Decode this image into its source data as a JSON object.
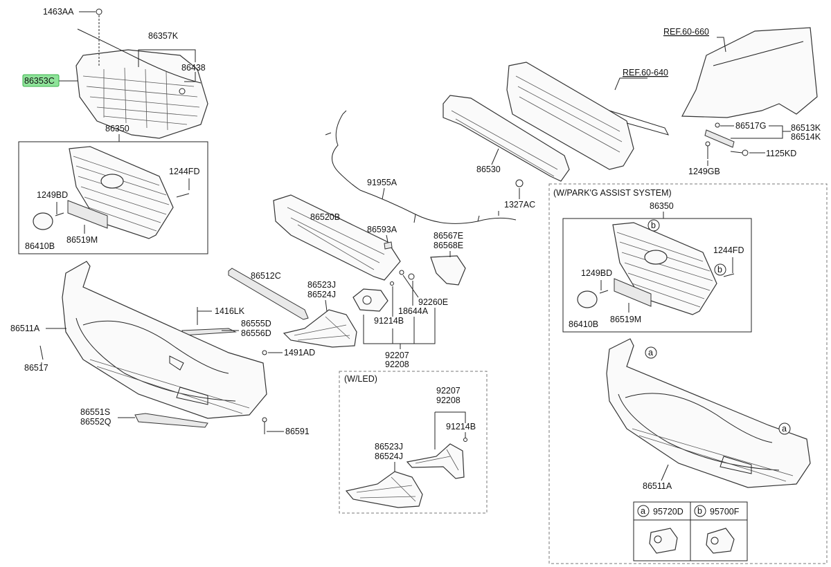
{
  "labels": {
    "p1463AA": "1463AA",
    "p86357K": "86357K",
    "p86438": "86438",
    "p86353C": "86353C",
    "p86350_top": "86350",
    "p1244FD_top": "1244FD",
    "p1249BD_top": "1249BD",
    "p86410B_top": "86410B",
    "p86519M_top": "86519M",
    "p91955A": "91955A",
    "p86520B": "86520B",
    "p86593A": "86593A",
    "p86567E": "86567E",
    "p86568E": "86568E",
    "p86530": "86530",
    "p1327AC": "1327AC",
    "ref_60_640": "REF.60-640",
    "ref_60_660": "REF.60-660",
    "p86517G": "86517G",
    "p86513K": "86513K",
    "p86514K": "86514K",
    "p1125KD": "1125KD",
    "p1249GB": "1249GB",
    "p86512C": "86512C",
    "p86523J_main": "86523J",
    "p86524J_main": "86524J",
    "p1416LK": "1416LK",
    "p86555D": "86555D",
    "p86556D": "86556D",
    "p86511A_main": "86511A",
    "p86517": "86517",
    "p1491AD": "1491AD",
    "p91214B_main": "91214B",
    "p18644A": "18644A",
    "p92260E": "92260E",
    "p92207_main": "92207",
    "p92208_main": "92208",
    "p86551S": "86551S",
    "p86552Q": "86552Q",
    "p86591": "86591",
    "led_title": "(W/LED)",
    "p92207_led": "92207",
    "p92208_led": "92208",
    "p91214B_led": "91214B",
    "p86523J_led": "86523J",
    "p86524J_led": "86524J",
    "park_title": "(W/PARK'G ASSIST SYSTEM)",
    "p86350_park": "86350",
    "p1244FD_park": "1244FD",
    "p1249BD_park": "1249BD",
    "p86410B_park": "86410B",
    "p86519M_park": "86519M",
    "p86511A_park": "86511A",
    "callout_a": "a",
    "callout_b": "b",
    "p95720D": "95720D",
    "p95700F": "95700F"
  },
  "colors": {
    "highlight_fill": "#8fe39a",
    "highlight_stroke": "#38b34a"
  }
}
